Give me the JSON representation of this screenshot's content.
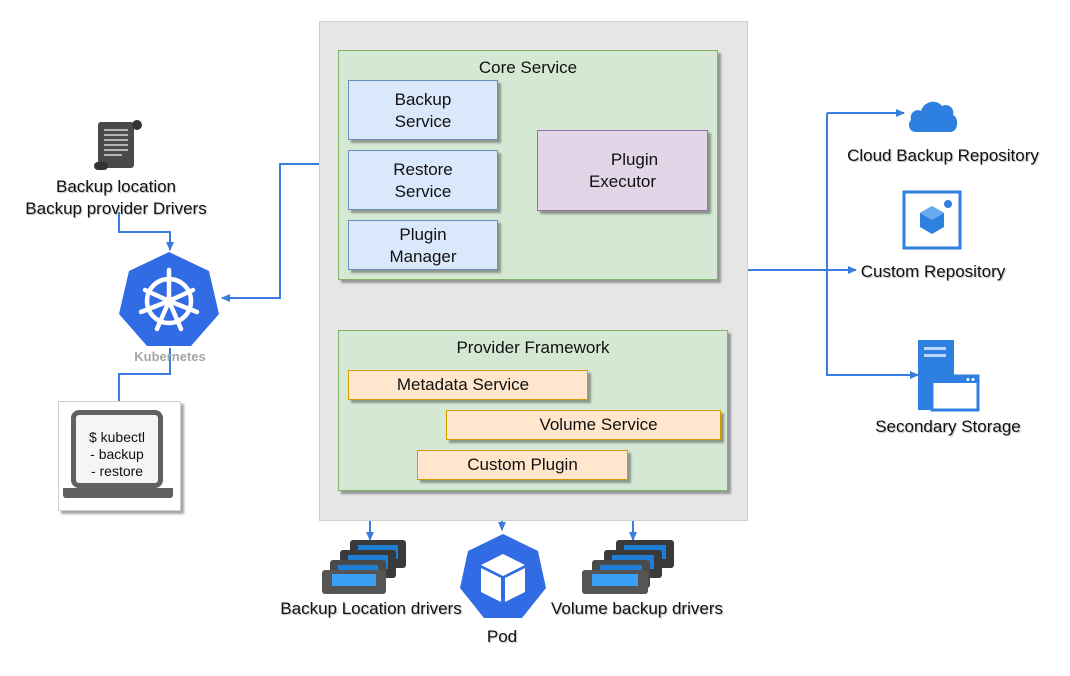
{
  "core_service": {
    "title": "Core Service",
    "backup_service": [
      "Backup",
      "Service"
    ],
    "restore_service": [
      "Restore",
      "Service"
    ],
    "plugin_manager": [
      "Plugin",
      "Manager"
    ],
    "plugin_executor": [
      "Plugin",
      "Executor"
    ]
  },
  "provider_framework": {
    "title": "Provider Framework",
    "metadata_service": "Metadata  Service",
    "volume_service": "Volume  Service",
    "custom_plugin": "Custom Plugin"
  },
  "left": {
    "backup_location": [
      "Backup location",
      "Backup provider Drivers"
    ],
    "kubernetes": "Kubernetes",
    "terminal": [
      "$ kubectl",
      "- backup",
      "- restore"
    ]
  },
  "right": {
    "cloud_repo": "Cloud Backup Repository",
    "custom_repo": "Custom Repository",
    "secondary_storage": "Secondary Storage"
  },
  "bottom": {
    "backup_location_drivers": "Backup Location drivers",
    "pod": "Pod",
    "volume_backup_drivers": "Volume backup drivers"
  },
  "colors": {
    "arrow": "#3b7ddd",
    "kubernetes": "#326ce5",
    "azure_blue": "#2d7fe0"
  }
}
